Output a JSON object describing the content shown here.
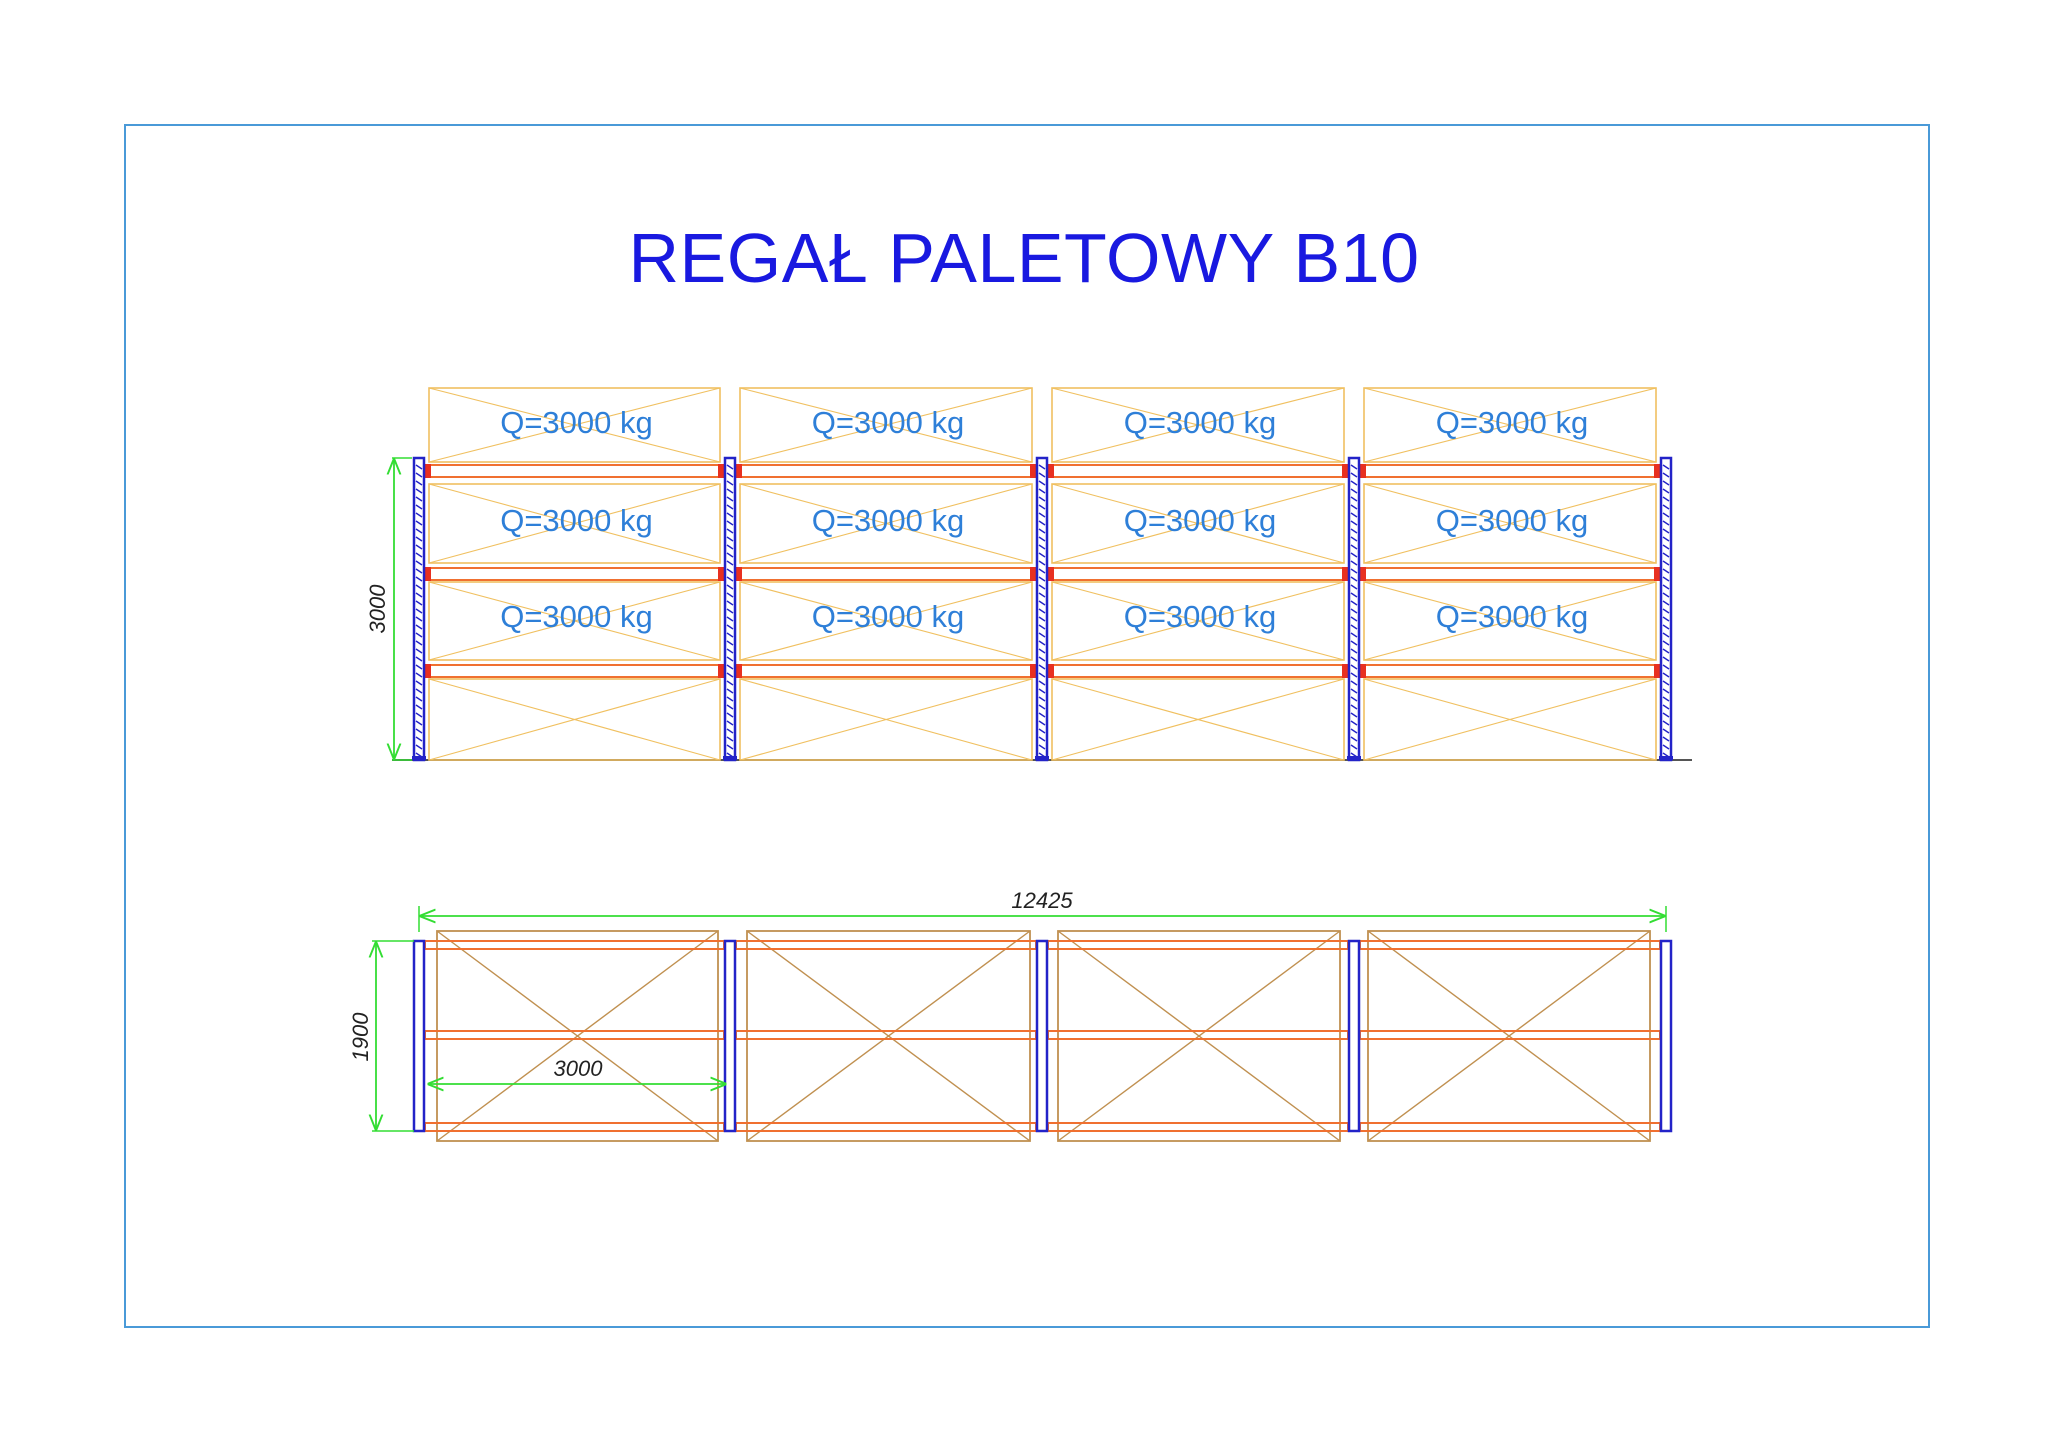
{
  "title": "REGAŁ PALETOWY B10",
  "colors": {
    "frame": "#4a9ad8",
    "title": "#1919e0",
    "upright": "#2323c8",
    "beam": "#f07030",
    "pallet": "#f0c060",
    "pallet_plan": "#c09050",
    "dimension": "#33dd33",
    "load_text": "#2e7fd8"
  },
  "front_view": {
    "bays": 4,
    "load_rows": [
      [
        "Q=3000 kg",
        "Q=3000 kg",
        "Q=3000 kg",
        "Q=3000 kg"
      ],
      [
        "Q=3000 kg",
        "Q=3000 kg",
        "Q=3000 kg",
        "Q=3000 kg"
      ],
      [
        "Q=3000 kg",
        "Q=3000 kg",
        "Q=3000 kg",
        "Q=3000 kg"
      ]
    ],
    "height_label": "3000"
  },
  "plan_view": {
    "bays": 4,
    "total_length_label": "12425",
    "depth_label": "1900",
    "bay_width_label": "3000"
  }
}
